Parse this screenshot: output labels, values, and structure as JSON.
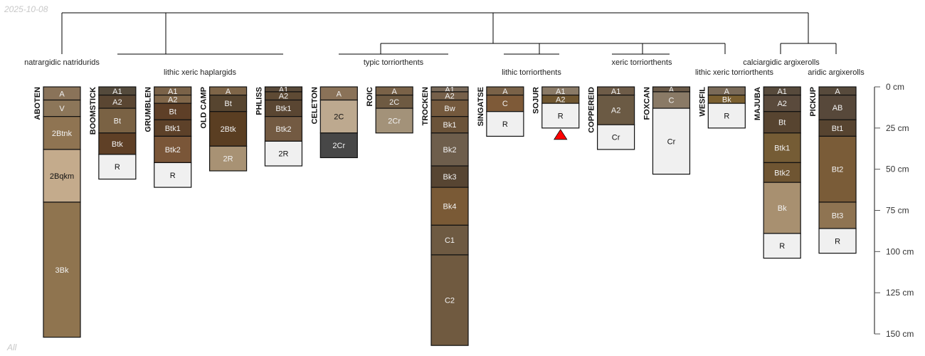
{
  "date_label": "2025-10-08",
  "group_label": "All",
  "taxa_labels": [
    "natrargidic natridurids",
    "lithic xeric haplargids",
    "typic torriorthents",
    "lithic torriorthents",
    "xeric torriorthents",
    "lithic xeric torriorthents",
    "calciargidic argixerolls",
    "aridic argixerolls"
  ],
  "depth_axis": {
    "unit": "cm",
    "ticks": [
      0,
      25,
      50,
      75,
      100,
      125,
      150
    ],
    "labels": [
      "0 cm",
      "25 cm",
      "50 cm",
      "75 cm",
      "100 cm",
      "125 cm",
      "150 cm"
    ]
  },
  "profiles": [
    {
      "name": "ABOTEN",
      "horizons": [
        [
          "A",
          0,
          8,
          "#8a7359"
        ],
        [
          "V",
          8,
          18,
          "#8c7659"
        ],
        [
          "2Btnk",
          18,
          38,
          "#8f7452"
        ],
        [
          "2Bqkm",
          38,
          70,
          "#c4ab8c"
        ],
        [
          "3Bk",
          70,
          152,
          "#8f744f"
        ]
      ]
    },
    {
      "name": "BOOMSTICK",
      "horizons": [
        [
          "A1",
          0,
          5,
          "#544a3c"
        ],
        [
          "A2",
          5,
          13,
          "#5a4632"
        ],
        [
          "Bt",
          13,
          28,
          "#7a6244"
        ],
        [
          "Btk",
          28,
          41,
          "#5f4026"
        ],
        [
          "R",
          41,
          56,
          "#f0f0f0"
        ]
      ]
    },
    {
      "name": "GRUMBLEN",
      "horizons": [
        [
          "A1",
          0,
          5,
          "#7a6248"
        ],
        [
          "A2",
          5,
          10,
          "#806649"
        ],
        [
          "Bt",
          10,
          20,
          "#5e3f27"
        ],
        [
          "Btk1",
          20,
          30,
          "#5d4129"
        ],
        [
          "Btk2",
          30,
          46,
          "#7a5638"
        ],
        [
          "R",
          46,
          61,
          "#f0f0f0"
        ]
      ]
    },
    {
      "name": "OLD CAMP",
      "horizons": [
        [
          "A",
          0,
          5,
          "#7e6548"
        ],
        [
          "Bt",
          5,
          15,
          "#574530"
        ],
        [
          "2Btk",
          15,
          36,
          "#5a3e22"
        ],
        [
          "2R",
          36,
          51,
          "#a89274"
        ]
      ]
    },
    {
      "name": "PHLISS",
      "horizons": [
        [
          "A1",
          0,
          3,
          "#5a4a3a"
        ],
        [
          "A2",
          3,
          8,
          "#5e4a34"
        ],
        [
          "Btk1",
          8,
          18,
          "#5a4632"
        ],
        [
          "Btk2",
          18,
          33,
          "#735a42"
        ],
        [
          "2R",
          33,
          48,
          "#f0f0f0"
        ]
      ]
    },
    {
      "name": "CELETON",
      "horizons": [
        [
          "A",
          0,
          8,
          "#8a7258"
        ],
        [
          "2C",
          8,
          28,
          "#bda98f"
        ],
        [
          "2Cr",
          28,
          43,
          "#474747"
        ]
      ]
    },
    {
      "name": "ROIC",
      "horizons": [
        [
          "A",
          0,
          5,
          "#7a6248"
        ],
        [
          "2C",
          5,
          13,
          "#6e5a42"
        ],
        [
          "2Cr",
          13,
          28,
          "#a39279"
        ]
      ]
    },
    {
      "name": "TROCKEN",
      "horizons": [
        [
          "A1",
          0,
          3,
          "#7a6a5a"
        ],
        [
          "A2",
          3,
          8,
          "#76604a"
        ],
        [
          "Bw",
          8,
          18,
          "#74593d"
        ],
        [
          "Bk1",
          18,
          28,
          "#6b5339"
        ],
        [
          "Bk2",
          28,
          48,
          "#6e5e4c"
        ],
        [
          "Bk3",
          48,
          61,
          "#574532"
        ],
        [
          "Bk4",
          61,
          84,
          "#7a5a36"
        ],
        [
          "C1",
          84,
          102,
          "#6e5a42"
        ],
        [
          "C2",
          102,
          157,
          "#705a40"
        ]
      ]
    },
    {
      "name": "SINGATSE",
      "horizons": [
        [
          "A",
          0,
          5,
          "#7a6248"
        ],
        [
          "C",
          5,
          15,
          "#7e5a38"
        ],
        [
          "R",
          15,
          30,
          "#f0f0f0"
        ]
      ]
    },
    {
      "name": "SOJUR",
      "horizons": [
        [
          "A1",
          0,
          5,
          "#8a7a66"
        ],
        [
          "A2",
          5,
          10,
          "#6f5630"
        ],
        [
          "R",
          10,
          25,
          "#f0f0f0"
        ]
      ],
      "truncated": true
    },
    {
      "name": "COPPEREID",
      "horizons": [
        [
          "A1",
          0,
          5,
          "#6e5c48"
        ],
        [
          "A2",
          5,
          23,
          "#6b5a44"
        ],
        [
          "Cr",
          23,
          38,
          "#f0f0f0"
        ]
      ]
    },
    {
      "name": "FOXCAN",
      "horizons": [
        [
          "A",
          0,
          3,
          "#6a5a48"
        ],
        [
          "C",
          3,
          13,
          "#8a7a66"
        ],
        [
          "Cr",
          13,
          53,
          "#f0f0f0"
        ]
      ]
    },
    {
      "name": "WESFIL",
      "horizons": [
        [
          "A",
          0,
          5,
          "#7a6a58"
        ],
        [
          "Bk",
          5,
          10,
          "#7a5f30"
        ],
        [
          "R",
          10,
          25,
          "#f0f0f0"
        ]
      ]
    },
    {
      "name": "MAJUBA",
      "horizons": [
        [
          "A1",
          0,
          5,
          "#574a3c"
        ],
        [
          "A2",
          5,
          15,
          "#5a4a3c"
        ],
        [
          "Bt",
          15,
          28,
          "#574430"
        ],
        [
          "Btk1",
          28,
          46,
          "#755c35"
        ],
        [
          "Btk2",
          46,
          58,
          "#6f5532"
        ],
        [
          "Bk",
          58,
          89,
          "#a89070"
        ],
        [
          "R",
          89,
          104,
          "#f0f0f0"
        ]
      ]
    },
    {
      "name": "PICKUP",
      "horizons": [
        [
          "A",
          0,
          5,
          "#574a3c"
        ],
        [
          "AB",
          5,
          20,
          "#57483a"
        ],
        [
          "Bt1",
          20,
          30,
          "#574430"
        ],
        [
          "Bt2",
          30,
          70,
          "#7a5c38"
        ],
        [
          "Bt3",
          70,
          86,
          "#8f7452"
        ],
        [
          "R",
          86,
          101,
          "#f0f0f0"
        ]
      ]
    }
  ],
  "colors": {
    "line": "#000000",
    "axis": "#888888",
    "truncation_marker": "#ff0000"
  }
}
